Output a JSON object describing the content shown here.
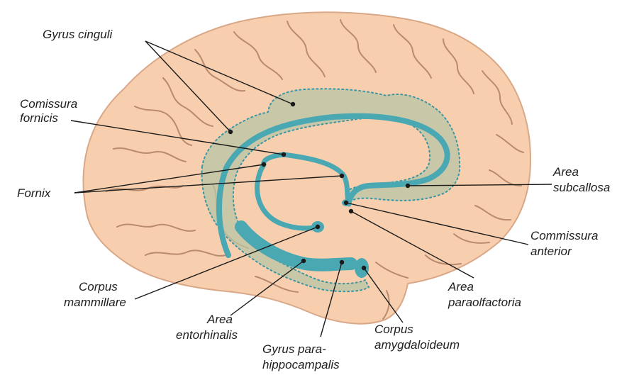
{
  "labels": {
    "gyrus_cinguli": "Gyrus cinguli",
    "comissura_fornicis_1": "Comissura",
    "comissura_fornicis_2": "fornicis",
    "fornix": "Fornix",
    "area_subcallosa_1": "Area",
    "area_subcallosa_2": "subcallosa",
    "commissura_anterior_1": "Commissura",
    "commissura_anterior_2": "anterior",
    "area_paraolfactoria_1": "Area",
    "area_paraolfactoria_2": "paraolfactoria",
    "corpus_mammillare_1": "Corpus",
    "corpus_mammillare_2": "mammillare",
    "area_entorhinalis_1": "Area",
    "area_entorhinalis_2": "entorhinalis",
    "gyrus_parahippocampalis_1": "Gyrus para-",
    "gyrus_parahippocampalis_2": "hippocampalis",
    "corpus_amygdaloideum_1": "Corpus",
    "corpus_amygdaloideum_2": "amygdaloideum"
  },
  "colors": {
    "brain": "#f8cfae",
    "brain_outline": "#d9a888",
    "limbic_region": "#b8c4a6",
    "fornix_tract": "#4aa8b3",
    "leader": "#1a1a1a"
  }
}
